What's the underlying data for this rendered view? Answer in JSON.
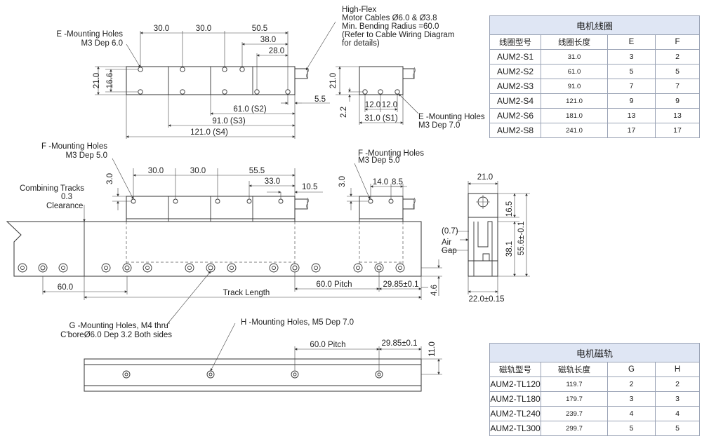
{
  "labels": {
    "e_holes_top": [
      "E -Mounting Holes",
      "M3 Dep 6.0"
    ],
    "cable": [
      "High-Flex",
      "Motor Cables Ø6.0 & Ø3.8",
      "Min. Bending Radius =60.0",
      "(Refer to Cable Wiring Diagram",
      "for details)"
    ],
    "e_holes_side": [
      "E -Mounting Holes",
      "M3 Dep 7.0"
    ],
    "f_holes_left": [
      "F -Mounting Holes",
      "M3 Dep 5.0"
    ],
    "f_holes_right": [
      "F -Mounting Holes",
      "M3 Dep 5.0"
    ],
    "combining": [
      "Combining Tracks",
      "0.3",
      "Clearance"
    ],
    "air_gap": [
      "(0.7)",
      "Air",
      "Gap"
    ],
    "g_holes": [
      "G -Mounting Holes, M4 thru'",
      "C'boreØ6.0 Dep 3.2 Both sides"
    ],
    "h_holes": "H -Mounting Holes, M5 Dep 7.0",
    "track_length": "Track Length",
    "pitch_mid": "60.0 Pitch",
    "pitch_bottom": "60.0 Pitch"
  },
  "dims": {
    "top": [
      "30.0",
      "30.0",
      "50.5",
      "38.0",
      "28.0",
      "21.0",
      "16.6",
      "5.5",
      "61.0 (S2)",
      "91.0 (S3)",
      "121.0 (S4)"
    ],
    "top_side": [
      "21.0",
      "2.2",
      "12.0",
      "12.0",
      "31.0 (S1)"
    ],
    "mid": [
      "3.0",
      "30.0",
      "30.0",
      "55.5",
      "33.0",
      "10.5",
      "3.0",
      "14.0",
      "8.5",
      "60.0",
      "29.85±0.1",
      "4.6"
    ],
    "end_view": [
      "21.0",
      "16.5",
      "38.1",
      "55.6±-0.1",
      "22.0±0.15"
    ],
    "bottom": [
      "29.85±0.1",
      "11.0"
    ]
  },
  "coil_table": {
    "title": "电机线圈",
    "headers": [
      "线圈型号",
      "线圈长度",
      "E",
      "F"
    ],
    "rows": [
      [
        "AUM2-S1",
        "31.0",
        "3",
        "2"
      ],
      [
        "AUM2-S2",
        "61.0",
        "5",
        "5"
      ],
      [
        "AUM2-S3",
        "91.0",
        "7",
        "7"
      ],
      [
        "AUM2-S4",
        "121.0",
        "9",
        "9"
      ],
      [
        "AUM2-S6",
        "181.0",
        "13",
        "13"
      ],
      [
        "AUM2-S8",
        "241.0",
        "17",
        "17"
      ]
    ]
  },
  "track_table": {
    "title": "电机磁轨",
    "headers": [
      "磁轨型号",
      "磁轨长度",
      "G",
      "H"
    ],
    "rows": [
      [
        "AUM2-TL120",
        "119.7",
        "2",
        "2"
      ],
      [
        "AUM2-TL180",
        "179.7",
        "3",
        "3"
      ],
      [
        "AUM2-TL240",
        "239.7",
        "4",
        "4"
      ],
      [
        "AUM2-TL300",
        "299.7",
        "5",
        "5"
      ]
    ]
  }
}
